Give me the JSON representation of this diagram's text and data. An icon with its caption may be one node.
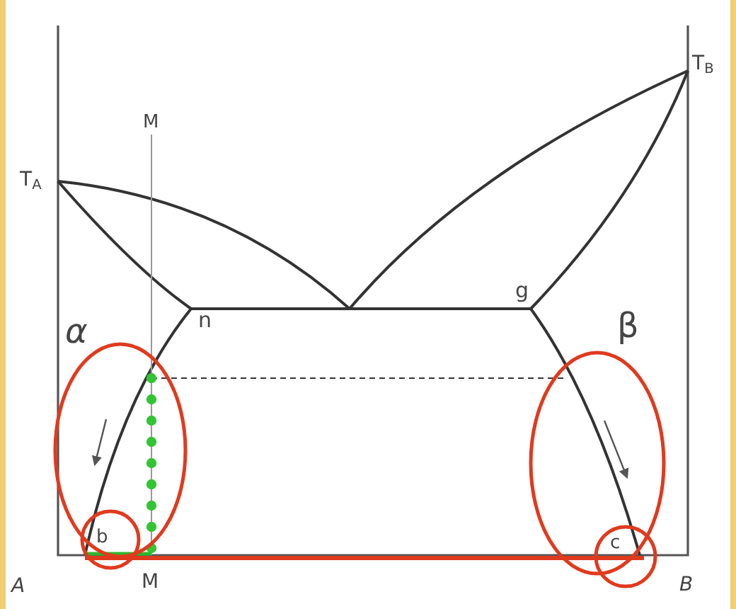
{
  "diagram": {
    "labels": [
      "M",
      "T$_{A}$",
      "T$_{B}$",
      "α",
      "n",
      "g",
      "β",
      "b",
      "c",
      "A",
      "M",
      "B"
    ]
  }
}
